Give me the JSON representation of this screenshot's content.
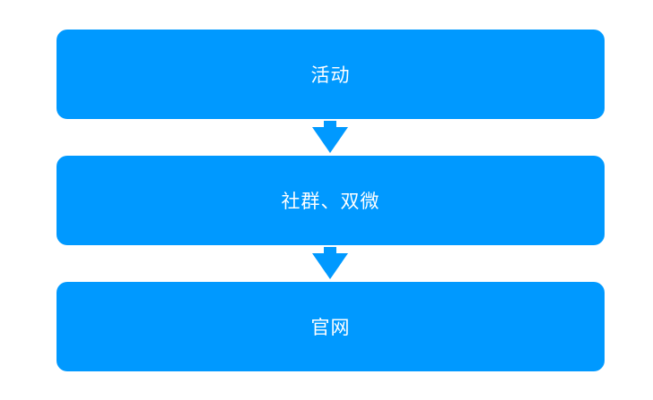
{
  "colors": {
    "box_fill": "#0099FF",
    "text": "#FFFFFF",
    "background": "#FFFFFF"
  },
  "steps": [
    {
      "label": "活动"
    },
    {
      "label": "社群、双微"
    },
    {
      "label": "官网"
    }
  ],
  "connectors": [
    {
      "from": 0,
      "to": 1,
      "icon": "arrow-down-icon"
    },
    {
      "from": 1,
      "to": 2,
      "icon": "arrow-down-icon"
    }
  ]
}
